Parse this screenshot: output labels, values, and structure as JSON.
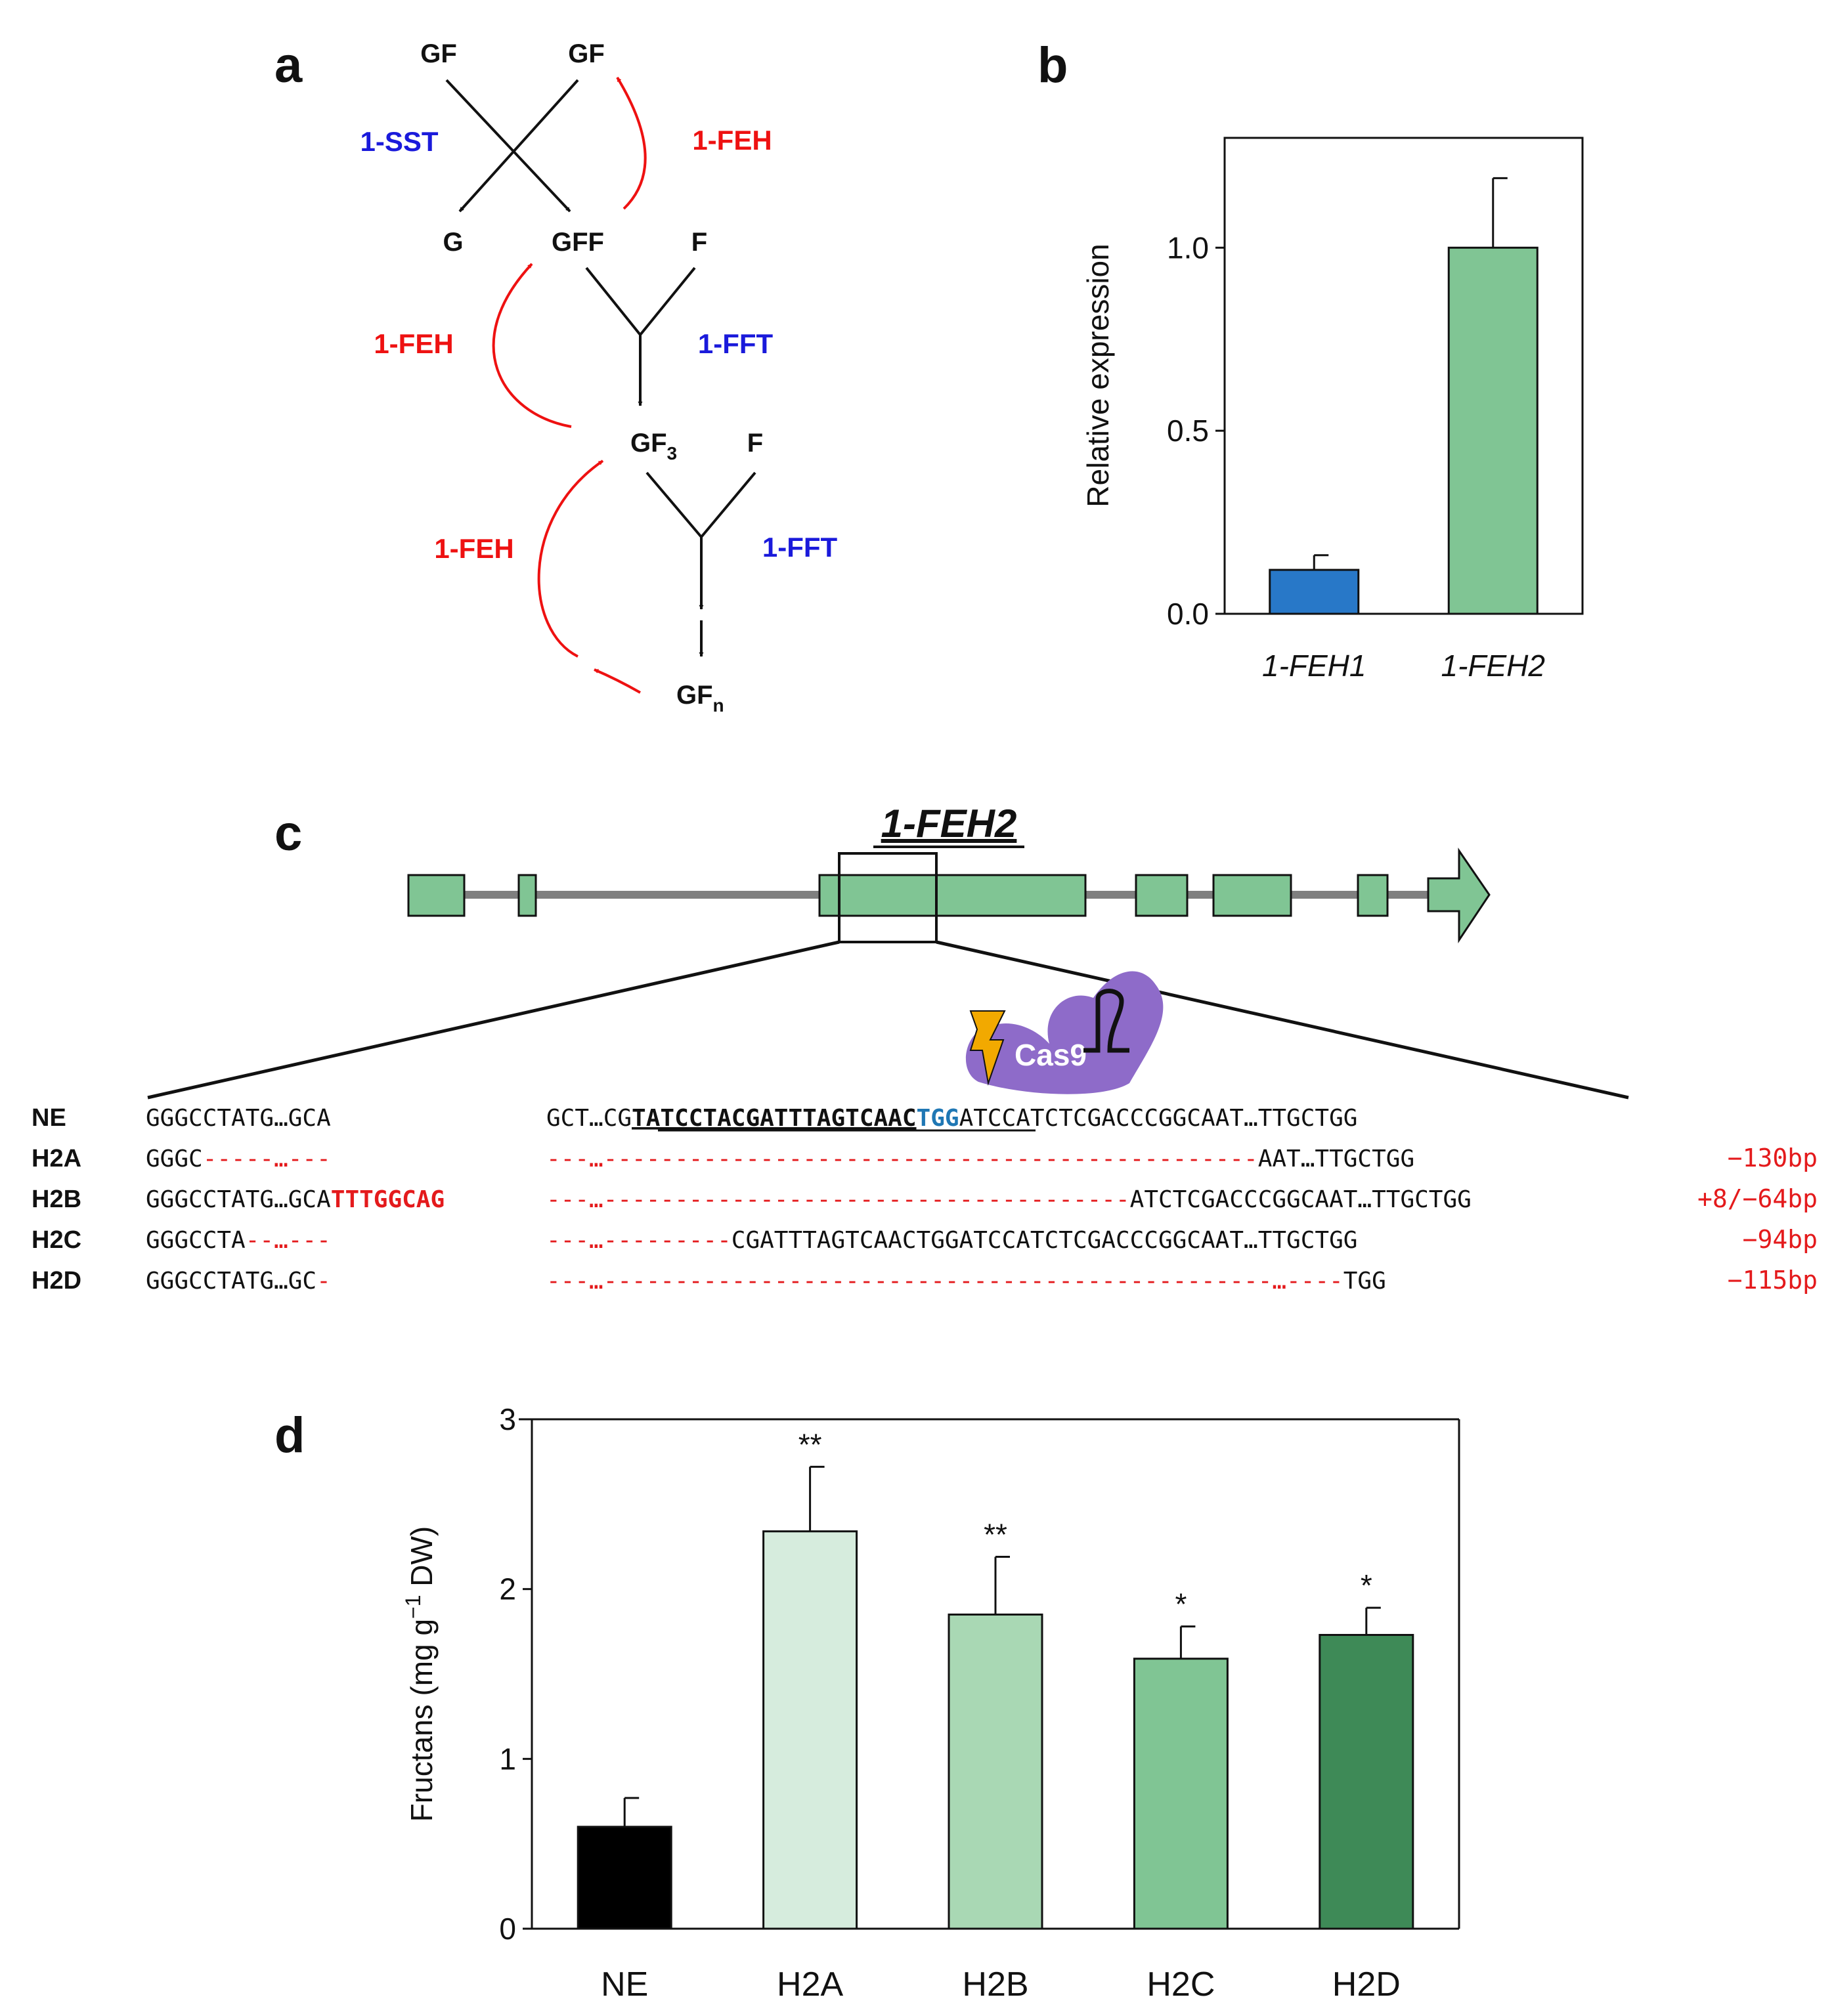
{
  "panels": {
    "a": {
      "label": "a",
      "nodes": {
        "gf1": "GF",
        "gf2": "GF",
        "g": "G",
        "gff": "GFF",
        "f1": "F",
        "gf3_base": "GF",
        "gf3_sub": "3",
        "f2": "F",
        "gfn_base": "GF",
        "gfn_sub": "n"
      },
      "enzymes": {
        "sst": "1-SST",
        "feh_top": "1-FEH",
        "feh_mid": "1-FEH",
        "fft_mid": "1-FFT",
        "feh_low": "1-FEH",
        "fft_low": "1-FFT"
      },
      "colors": {
        "synthesis": "#1a1adb",
        "hydrolysis": "#ee1111"
      }
    },
    "b": {
      "label": "b",
      "ylabel": "Relative expression"
    },
    "c": {
      "label": "c",
      "gene_name": "1-FEH2",
      "cas9": "Cas9",
      "rows": [
        {
          "name": "NE",
          "left": "GGGCCTATG…GCA",
          "right_pre": "GCT…CG",
          "target": "TATCCTACGATTTAGTCAAC",
          "pam": "TGG",
          "right_post": "ATCCATCTCGACCCGGCAAT…TTGCTGG",
          "change": ""
        },
        {
          "name": "H2A",
          "left": "GGGC",
          "left_del": "-----…---",
          "right_del": "---…----------------------------------------------",
          "right_post": "AAT…TTGCTGG",
          "change": "−130bp"
        },
        {
          "name": "H2B",
          "left": "GGGCCTATG…GCA",
          "insert": "TTTGGCAG",
          "right_del": "---…-------------------------------------",
          "right_post": "ATCTCGACCCGGCAAT…TTGCTGG",
          "change": "+8/−64bp"
        },
        {
          "name": "H2C",
          "left": "GGGCCTA",
          "left_del": "--…---",
          "right_del": "---…---------",
          "right_post": "CGATTTAGTCAACTGGATCCATCTCGACCCGGCAAT…TTGCTGG",
          "change": "−94bp"
        },
        {
          "name": "H2D",
          "left": "GGGCCTATG…GC",
          "left_del": "-",
          "right_del": "---…-----------------------------------------------…----",
          "right_post": "TGG",
          "change": "−115bp"
        }
      ]
    },
    "d": {
      "label": "d",
      "ylabel_main": "Fructans (mg g",
      "ylabel_sup": "−1",
      "ylabel_tail": " DW)"
    }
  },
  "chart_data": [
    {
      "panel": "b",
      "type": "bar",
      "categories": [
        "1-FEH1",
        "1-FEH2"
      ],
      "values": [
        0.12,
        1.0
      ],
      "errors": [
        0.04,
        0.19
      ],
      "colors": [
        "#2878c8",
        "#80c594"
      ],
      "ylabel": "Relative expression",
      "ylim": [
        0,
        1.3
      ],
      "yticks": [
        "0.0",
        "0.5",
        "1.0"
      ],
      "ytick_values": [
        0,
        0.5,
        1.0
      ]
    },
    {
      "panel": "d",
      "type": "bar",
      "categories": [
        "NE",
        "H2A",
        "H2B",
        "H2C",
        "H2D"
      ],
      "values": [
        0.6,
        2.34,
        1.85,
        1.59,
        1.73
      ],
      "errors": [
        0.17,
        0.38,
        0.34,
        0.19,
        0.16
      ],
      "significance": [
        "",
        "**",
        "**",
        "*",
        "*"
      ],
      "colors": [
        "#000000",
        "#d6ecdd",
        "#a9d8b4",
        "#80c594",
        "#3e8a57"
      ],
      "ylabel": "Fructans (mg g−1 DW)",
      "ylim": [
        0,
        3
      ],
      "yticks": [
        "0",
        "1",
        "2",
        "3"
      ],
      "ytick_values": [
        0,
        1,
        2,
        3
      ]
    }
  ]
}
